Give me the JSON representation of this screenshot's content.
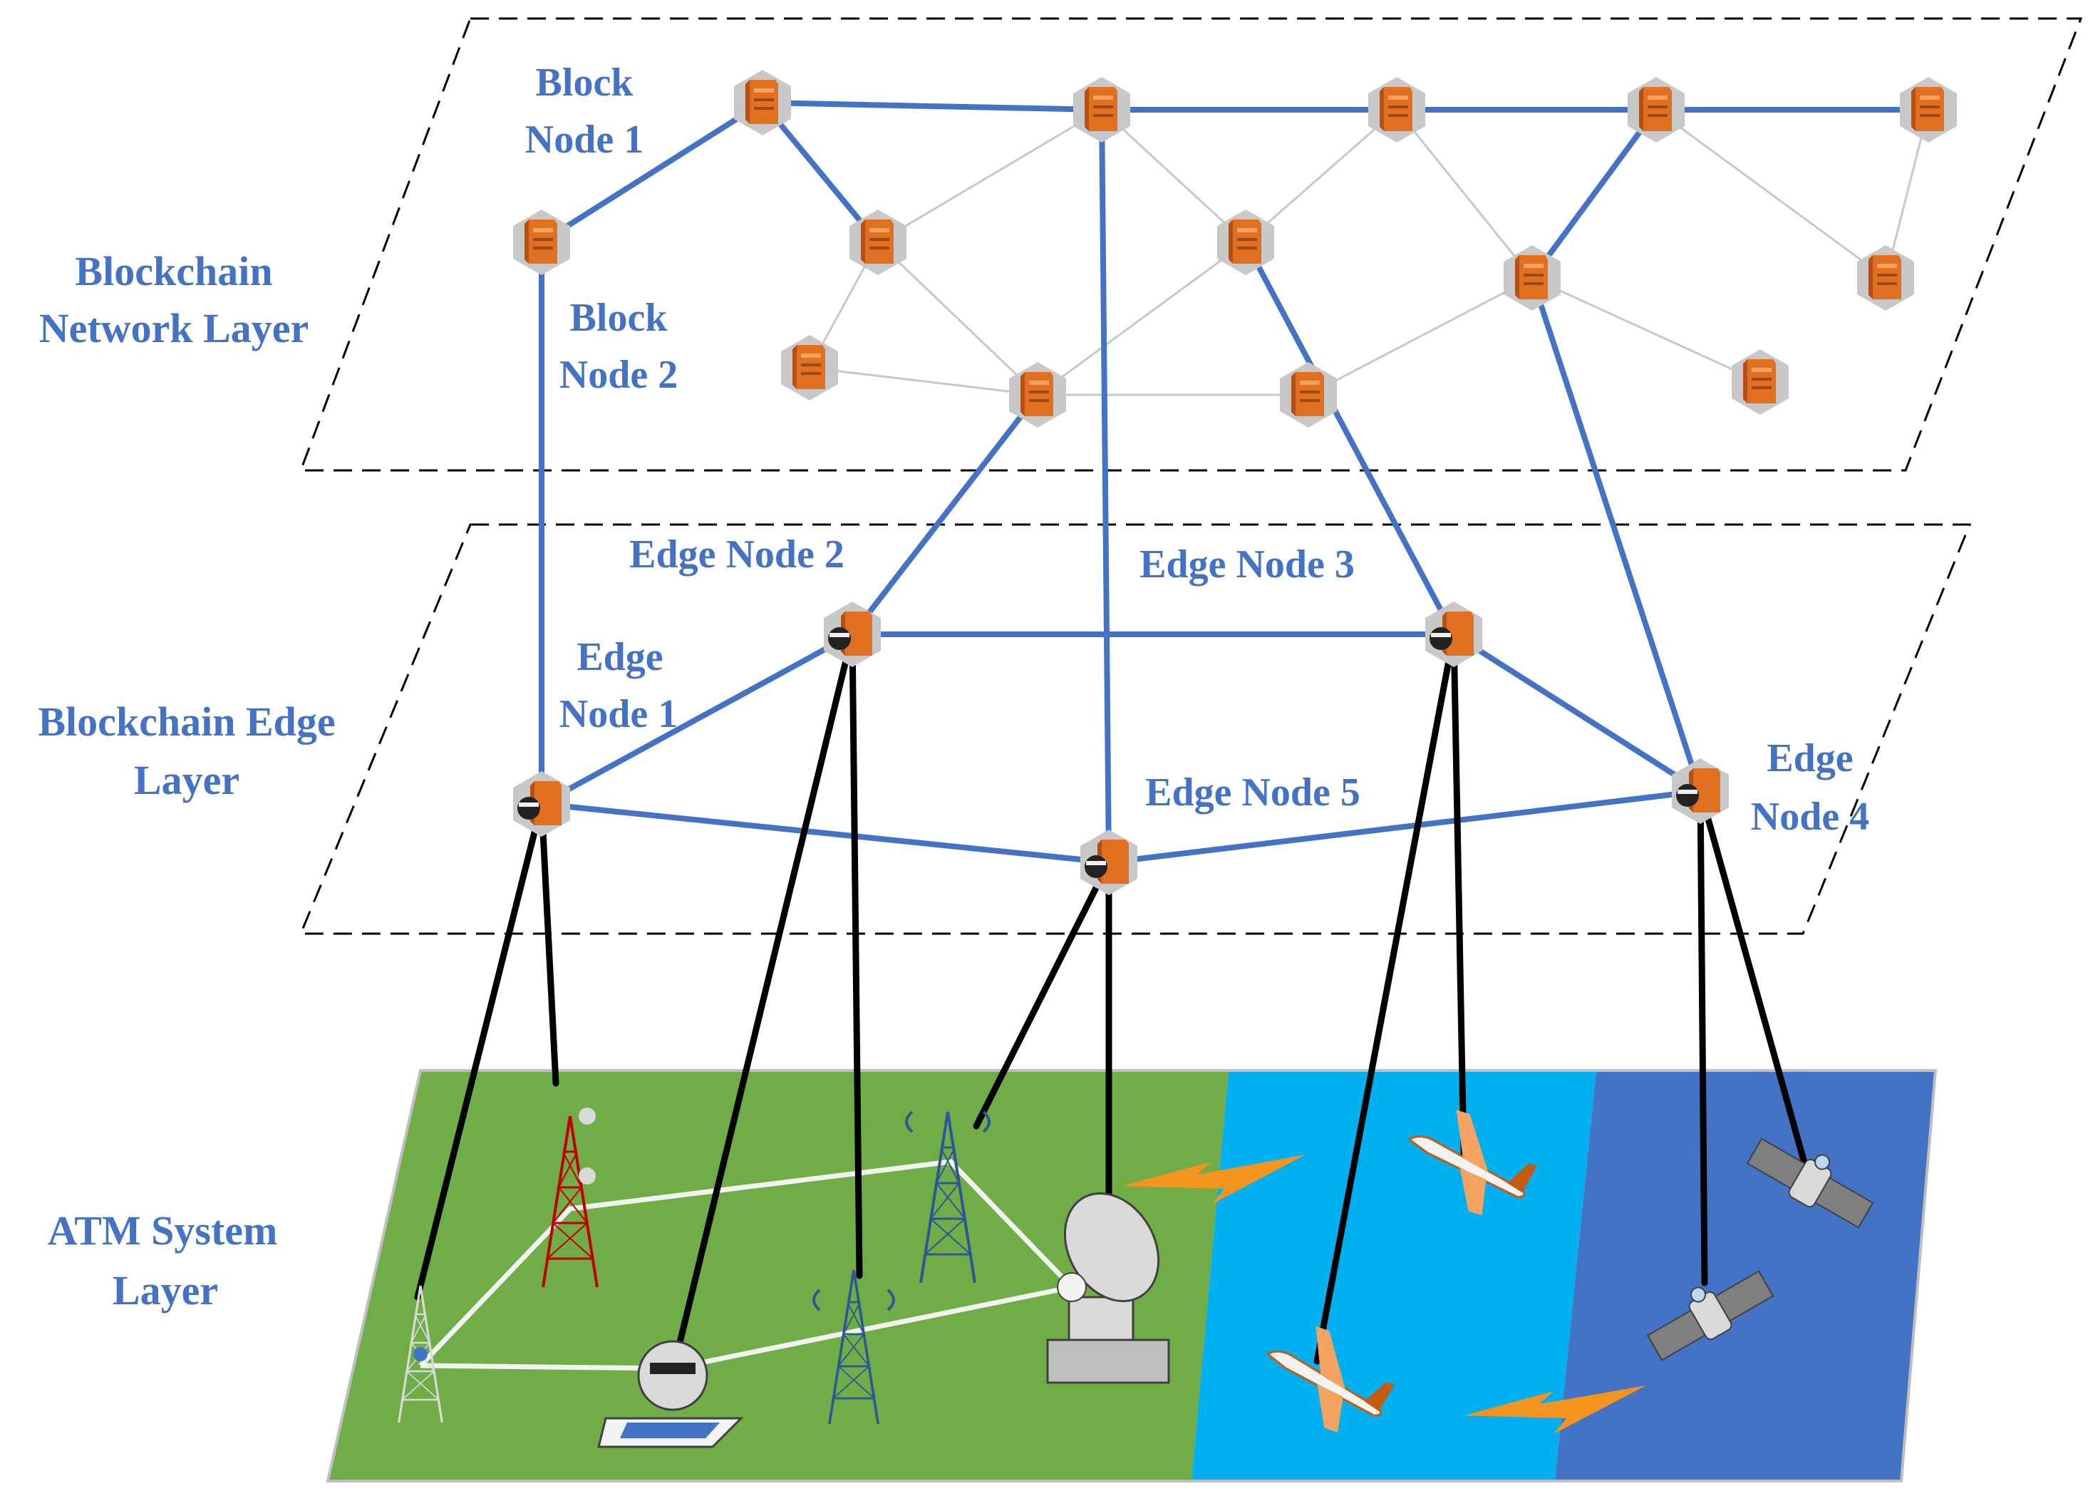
{
  "layers": {
    "blockchain_network": {
      "line1": "Blockchain",
      "line2": "Network Layer"
    },
    "blockchain_edge": {
      "line1": "Blockchain Edge",
      "line2": "Layer"
    },
    "atm_system": {
      "line1": "ATM System",
      "line2": "Layer"
    }
  },
  "block_nodes": {
    "node1": {
      "line1": "Block",
      "line2": "Node 1"
    },
    "node2": {
      "line1": "Block",
      "line2": "Node 2"
    }
  },
  "edge_nodes": {
    "node1": {
      "line1": "Edge",
      "line2": "Node 1"
    },
    "node2": {
      "label": "Edge Node 2"
    },
    "node3": {
      "label": "Edge Node 3"
    },
    "node4": {
      "line1": "Edge",
      "line2": "Node 4"
    },
    "node5": {
      "label": "Edge Node 5"
    }
  },
  "icons": {
    "server": "server-icon",
    "tower": "radio-tower-icon",
    "radar": "radar-dish-icon",
    "airplane": "airplane-icon",
    "satellite": "satellite-icon",
    "lightning": "wireless-link-icon"
  },
  "colors": {
    "accent_blue": "#4472C4",
    "ground_green": "#70AD47",
    "air_cyan": "#00B0F0",
    "space_blue": "#4472C4",
    "link_black": "#000000",
    "server_orange": "#E07020",
    "airplane_orange": "#F4A460"
  }
}
